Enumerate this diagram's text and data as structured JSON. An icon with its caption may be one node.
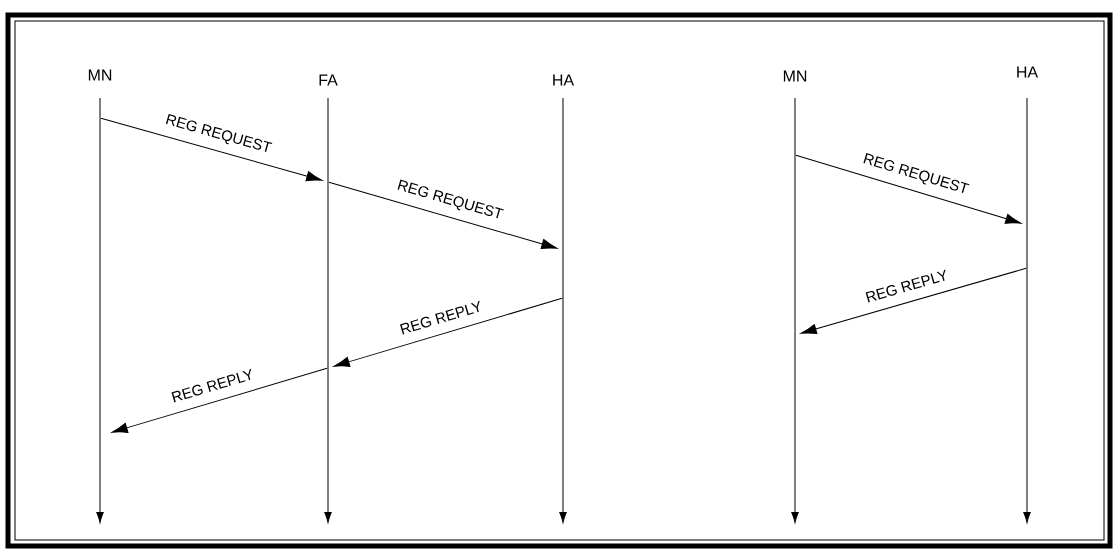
{
  "diagram": {
    "nodes": [
      {
        "text": [
          "MN"
        ]
      },
      {
        "text": [
          "FA"
        ]
      },
      {
        "text": [
          "HA"
        ]
      },
      {
        "text": [
          "MN"
        ]
      },
      {
        "text": [
          "HA"
        ]
      }
    ],
    "edges": [
      {
        "from": 0,
        "to": 1,
        "arrow": "to",
        "label": "REG REQUEST"
      },
      {
        "from": 1,
        "to": 2,
        "arrow": "to",
        "label": "REG REQUEST"
      },
      {
        "from": 2,
        "to": 1,
        "arrow": "to",
        "label": "REG REPLY"
      },
      {
        "from": 1,
        "to": 0,
        "arrow": "to",
        "label": "REG REPLY"
      },
      {
        "from": 3,
        "to": 4,
        "arrow": "to",
        "label": "REG REQUEST"
      },
      {
        "from": 4,
        "to": 3,
        "arrow": "to",
        "label": "REG REPLY"
      }
    ]
  }
}
